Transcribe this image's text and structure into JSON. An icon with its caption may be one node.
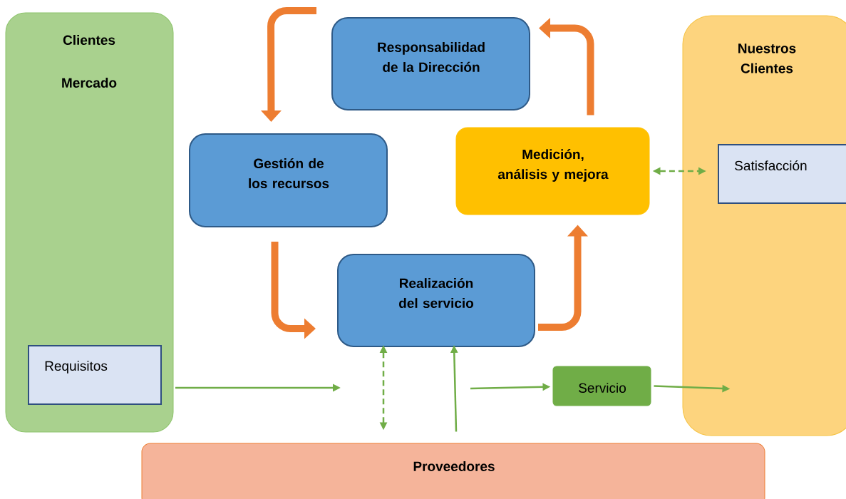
{
  "diagram": {
    "nodes": [
      {
        "text": [
          "Clientes",
          "Mercado"
        ]
      },
      {
        "text": [
          "Requisitos"
        ],
        "in": 0
      },
      {
        "text": [
          "Responsabilidad de la Dirección"
        ]
      },
      {
        "text": [
          "Gestión de los recursos"
        ]
      },
      {
        "text": [
          "Medición, análisis y mejora"
        ]
      },
      {
        "text": [
          "Realización del servicio"
        ]
      },
      {
        "text": [
          "Nuestros Clientes"
        ]
      },
      {
        "text": [
          "Satisfacción"
        ],
        "in": 6
      },
      {
        "text": [
          "Servicio"
        ]
      },
      {
        "text": [
          "Proveedores"
        ]
      }
    ],
    "edges": [
      {
        "from": 2,
        "to": 3,
        "arrow": "to",
        "style": "thick",
        "color": "#ed7d31"
      },
      {
        "from": 3,
        "to": 5,
        "arrow": "to",
        "style": "thick",
        "color": "#ed7d31"
      },
      {
        "from": 5,
        "to": 4,
        "arrow": "to",
        "style": "thick",
        "color": "#ed7d31"
      },
      {
        "from": 4,
        "to": 2,
        "arrow": "to",
        "style": "thick",
        "color": "#ed7d31"
      },
      {
        "from": 4,
        "to": 7,
        "arrow": "both",
        "style": "dashed"
      },
      {
        "from": 1,
        "to": null,
        "arrow": "to"
      },
      {
        "from": 5,
        "to": 9,
        "arrow": "both",
        "style": "dashed"
      },
      {
        "from": 9,
        "to": 5,
        "arrow": "to"
      },
      {
        "from": null,
        "to": 8,
        "arrow": "to"
      },
      {
        "from": 8,
        "to": 6,
        "arrow": "to"
      }
    ]
  }
}
